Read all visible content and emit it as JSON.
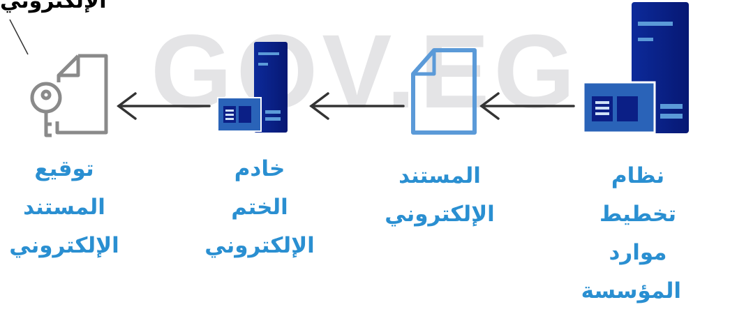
{
  "watermark": "GOV.EG",
  "top_caption": "الإلكتروني",
  "colors": {
    "dark_blue": "#0b1f86",
    "mid_blue": "#2a63b8",
    "light_blue": "#5b9ad8",
    "gray": "#8a8a8a",
    "label_blue": "#2a8fd1",
    "watermark_gray": "#e4e4e6"
  },
  "steps": [
    {
      "icon": "erp-server-icon",
      "lines": [
        "نظام",
        "تخطيط",
        "موارد",
        "المؤسسة"
      ]
    },
    {
      "icon": "electronic-document-icon",
      "lines": [
        "المستند",
        "الإلكتروني"
      ]
    },
    {
      "icon": "stamp-server-icon",
      "lines": [
        "خادم",
        "الختم",
        "الإلكتروني"
      ]
    },
    {
      "icon": "signed-document-key-icon",
      "lines": [
        "توقيع",
        "المستند",
        "الإلكتروني"
      ]
    }
  ]
}
